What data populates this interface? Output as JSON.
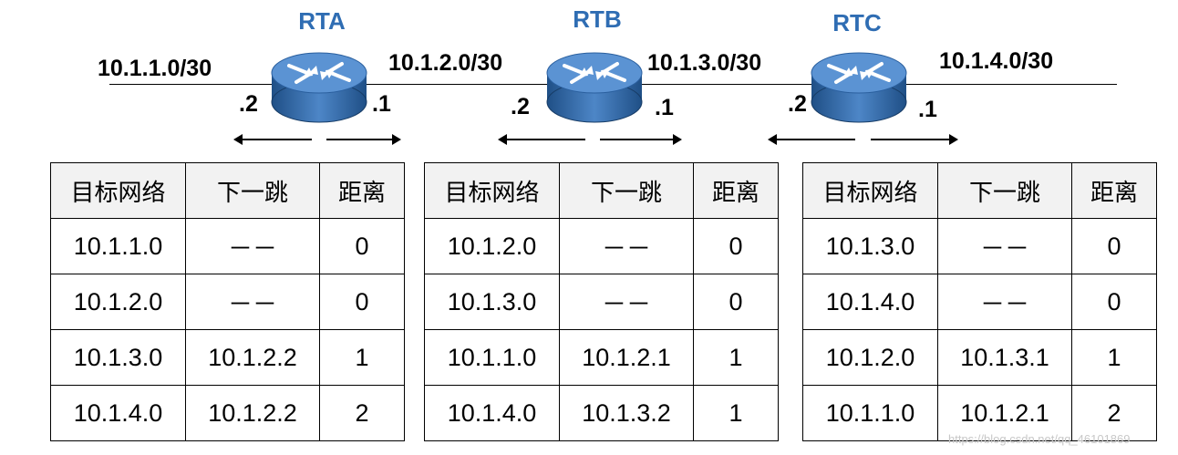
{
  "routers": [
    {
      "id": "rta",
      "name": "RTA",
      "left_port": ".2",
      "right_port": ".1"
    },
    {
      "id": "rtb",
      "name": "RTB",
      "left_port": ".2",
      "right_port": ".1"
    },
    {
      "id": "rtc",
      "name": "RTC",
      "left_port": ".2",
      "right_port": ".1"
    }
  ],
  "networks": [
    "10.1.1.0/30",
    "10.1.2.0/30",
    "10.1.3.0/30",
    "10.1.4.0/30"
  ],
  "table_headers": [
    "目标网络",
    "下一跳",
    "距离"
  ],
  "tables": {
    "rta": [
      [
        "10.1.1.0",
        "－－",
        "0"
      ],
      [
        "10.1.2.0",
        "－－",
        "0"
      ],
      [
        "10.1.3.0",
        "10.1.2.2",
        "1"
      ],
      [
        "10.1.4.0",
        "10.1.2.2",
        "2"
      ]
    ],
    "rtb": [
      [
        "10.1.2.0",
        "－－",
        "0"
      ],
      [
        "10.1.3.0",
        "－－",
        "0"
      ],
      [
        "10.1.1.0",
        "10.1.2.1",
        "1"
      ],
      [
        "10.1.4.0",
        "10.1.3.2",
        "1"
      ]
    ],
    "rtc": [
      [
        "10.1.3.0",
        "－－",
        "0"
      ],
      [
        "10.1.4.0",
        "－－",
        "0"
      ],
      [
        "10.1.2.0",
        "10.1.3.1",
        "1"
      ],
      [
        "10.1.1.0",
        "10.1.2.1",
        "2"
      ]
    ]
  },
  "watermark": "https://blog.csdn.net/qq_46101869",
  "colors": {
    "router_label": "#2f6db3",
    "router_body": "#2a5f9e"
  }
}
